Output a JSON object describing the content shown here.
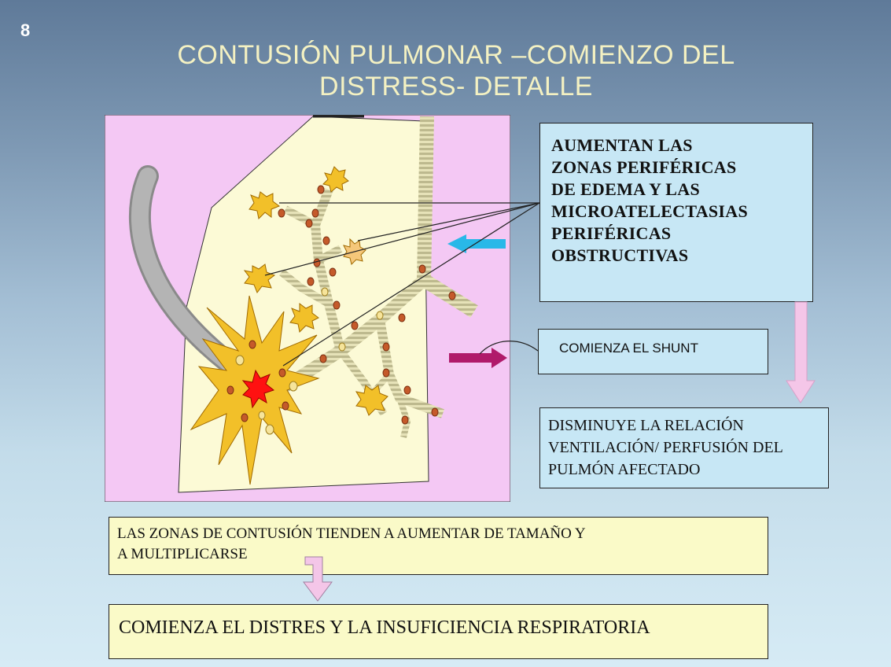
{
  "slide_number": "8",
  "title": {
    "line1": "CONTUSIÓN PULMONAR –COMIENZO DEL",
    "line2": "DISTRESS- DETALLE"
  },
  "box_main": {
    "lines": [
      "AUMENTAN LAS",
      "ZONAS PERIFÉRICAS",
      "DE EDEMA Y  LAS",
      "MICROATELECTASIAS",
      "PERIFÉRICAS",
      "OBSTRUCTIVAS"
    ]
  },
  "box_shunt": {
    "text": "COMIENZA EL SHUNT"
  },
  "box_dismin": {
    "lines": [
      "DISMINUYE LA RELACIÓN",
      "VENTILACIÓN/ PERFUSIÓN DEL",
      "PULMÓN AFECTADO"
    ]
  },
  "box_zonas": {
    "lines": [
      "LAS ZONAS DE CONTUSIÓN TIENDEN A AUMENTAR DE TAMAÑO Y",
      "A MULTIPLICARSE"
    ]
  },
  "box_comienza": {
    "text": "COMIENZA EL DISTRES Y LA INSUFICIENCIA RESPIRATORIA"
  },
  "colors": {
    "diagram_background": "#f4c8f4",
    "lung": "#fcfad6",
    "airway": "#d8d4a8",
    "alveolus": "#f2c029",
    "node": "#c55a2a",
    "impact": "#ff1111",
    "box_blue": "#c7e7f5",
    "box_yellow": "#fafac8",
    "arrow_blue": "#29b8e8",
    "arrow_magenta": "#b01a6a",
    "arrow_pink": "#f4c6e8",
    "title": "#f4f1c2"
  }
}
